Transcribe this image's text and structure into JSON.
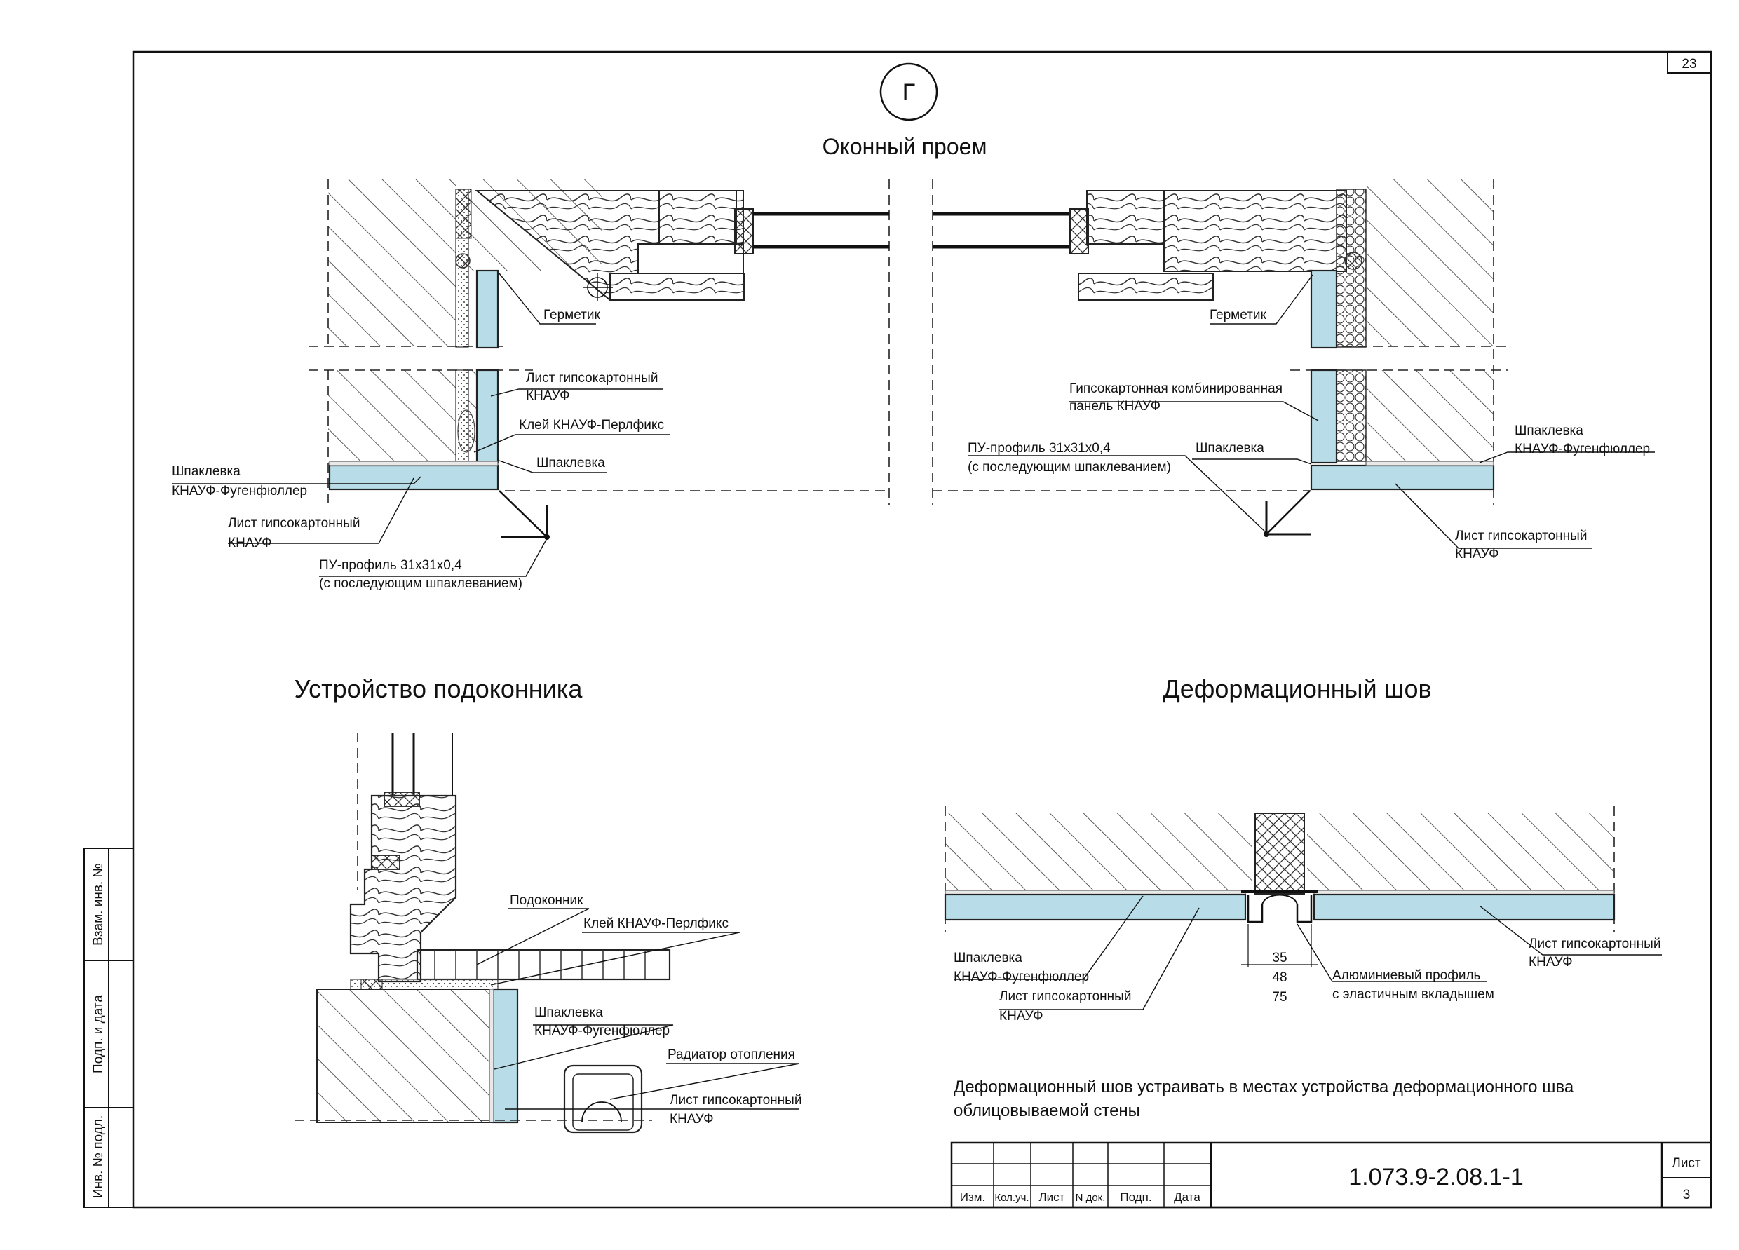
{
  "sheet": {
    "corner_number": "23",
    "section_marker": "Г",
    "title_window": "Оконный проем",
    "title_sill": "Устройство подоконника",
    "title_joint": "Деформационный шов",
    "note_line1": "Деформационный шов устраивать в местах устройства деформационного шва",
    "note_line2": "облицовываемой стены"
  },
  "left_stamp": {
    "vzam": "Взам. инв. №",
    "podp": "Подп. и дата",
    "inv": "Инв. № подл."
  },
  "window_left": {
    "germetik": "Герметик",
    "sheet_l1": "Лист гипсокартонный",
    "sheet_l2": "КНАУФ",
    "glue": "Клей КНАУФ-Перлфикс",
    "putty": "Шпаклевка",
    "putty2_l1": "Шпаклевка",
    "putty2_l2": "КНАУФ-Фугенфюллер",
    "sheet2_l1": "Лист гипсокартонный",
    "sheet2_l2": "КНАУФ",
    "profile_l1": "ПУ-профиль 31x31x0,4",
    "profile_l2": "(с последующим шпаклеванием)"
  },
  "window_right": {
    "germetik": "Герметик",
    "panel_l1": "Гипсокартонная комбинированная",
    "panel_l2": "панель КНАУФ",
    "putty": "Шпаклевка",
    "profile_l1": "ПУ-профиль 31x31x0,4",
    "profile_l2": "(с последующим шпаклеванием)",
    "putty2_l1": "Шпаклевка",
    "putty2_l2": "КНАУФ-Фугенфюллер",
    "sheet_l1": "Лист гипсокартонный",
    "sheet_l2": "КНАУФ"
  },
  "sill": {
    "podokonnik": "Подоконник",
    "glue": "Клей КНАУФ-Перлфикс",
    "putty_l1": "Шпаклевка",
    "putty_l2": "КНАУФ-Фугенфюллер",
    "radiator": "Радиатор отопления",
    "sheet_l1": "Лист гипсокартонный",
    "sheet_l2": "КНАУФ"
  },
  "joint": {
    "putty_l1": "Шпаклевка",
    "putty_l2": "КНАУФ-Фугенфюллер",
    "sheet_l1": "Лист гипсокартонный",
    "sheet_l2": "КНАУФ",
    "dim1": "35",
    "dim2": "48",
    "dim3": "75",
    "profile_l1": "Алюминиевый профиль",
    "profile_l2": "с эластичным вкладышем",
    "sheet_r_l1": "Лист гипсокартонный",
    "sheet_r_l2": "КНАУФ"
  },
  "title_block": {
    "code": "1.073.9-2.08.1-1",
    "list_label": "Лист",
    "list_number": "3",
    "col_izm": "Изм.",
    "col_kol": "Кол.уч.",
    "col_list": "Лист",
    "col_ndok": "N док.",
    "col_podp": "Подп.",
    "col_data": "Дата"
  }
}
